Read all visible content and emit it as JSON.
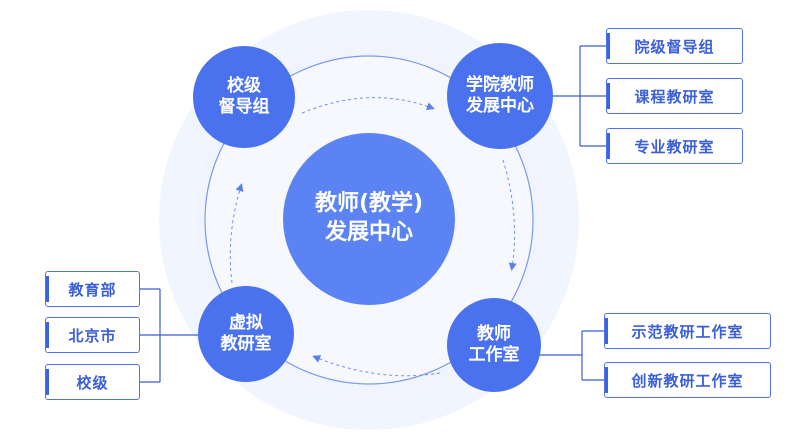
{
  "center": {
    "line1": "教师(教学)",
    "line2": "发展中心"
  },
  "nodes": {
    "top_left": {
      "line1": "校级",
      "line2": "督导组"
    },
    "top_right": {
      "line1": "学院教师",
      "line2": "发展中心"
    },
    "bottom_right": {
      "line1": "教师",
      "line2": "工作室"
    },
    "bottom_left": {
      "line1": "虚拟",
      "line2": "教研室"
    }
  },
  "right_top_boxes": [
    "院级督导组",
    "课程教研室",
    "专业教研室"
  ],
  "right_bottom_boxes": [
    "示范教研工作室",
    "创新教研工作室"
  ],
  "left_boxes": [
    "教育部",
    "北京市",
    "校级"
  ],
  "colors": {
    "node": "#4a72ee",
    "center": "#5b83f3",
    "halo_outer": "#eef3fd",
    "halo_mid": "#dfe8fb",
    "ring": "#5b80ea",
    "box_border": "#4f74e8",
    "box_text": "#3b5fd6",
    "connector": "#3a5fd0"
  }
}
